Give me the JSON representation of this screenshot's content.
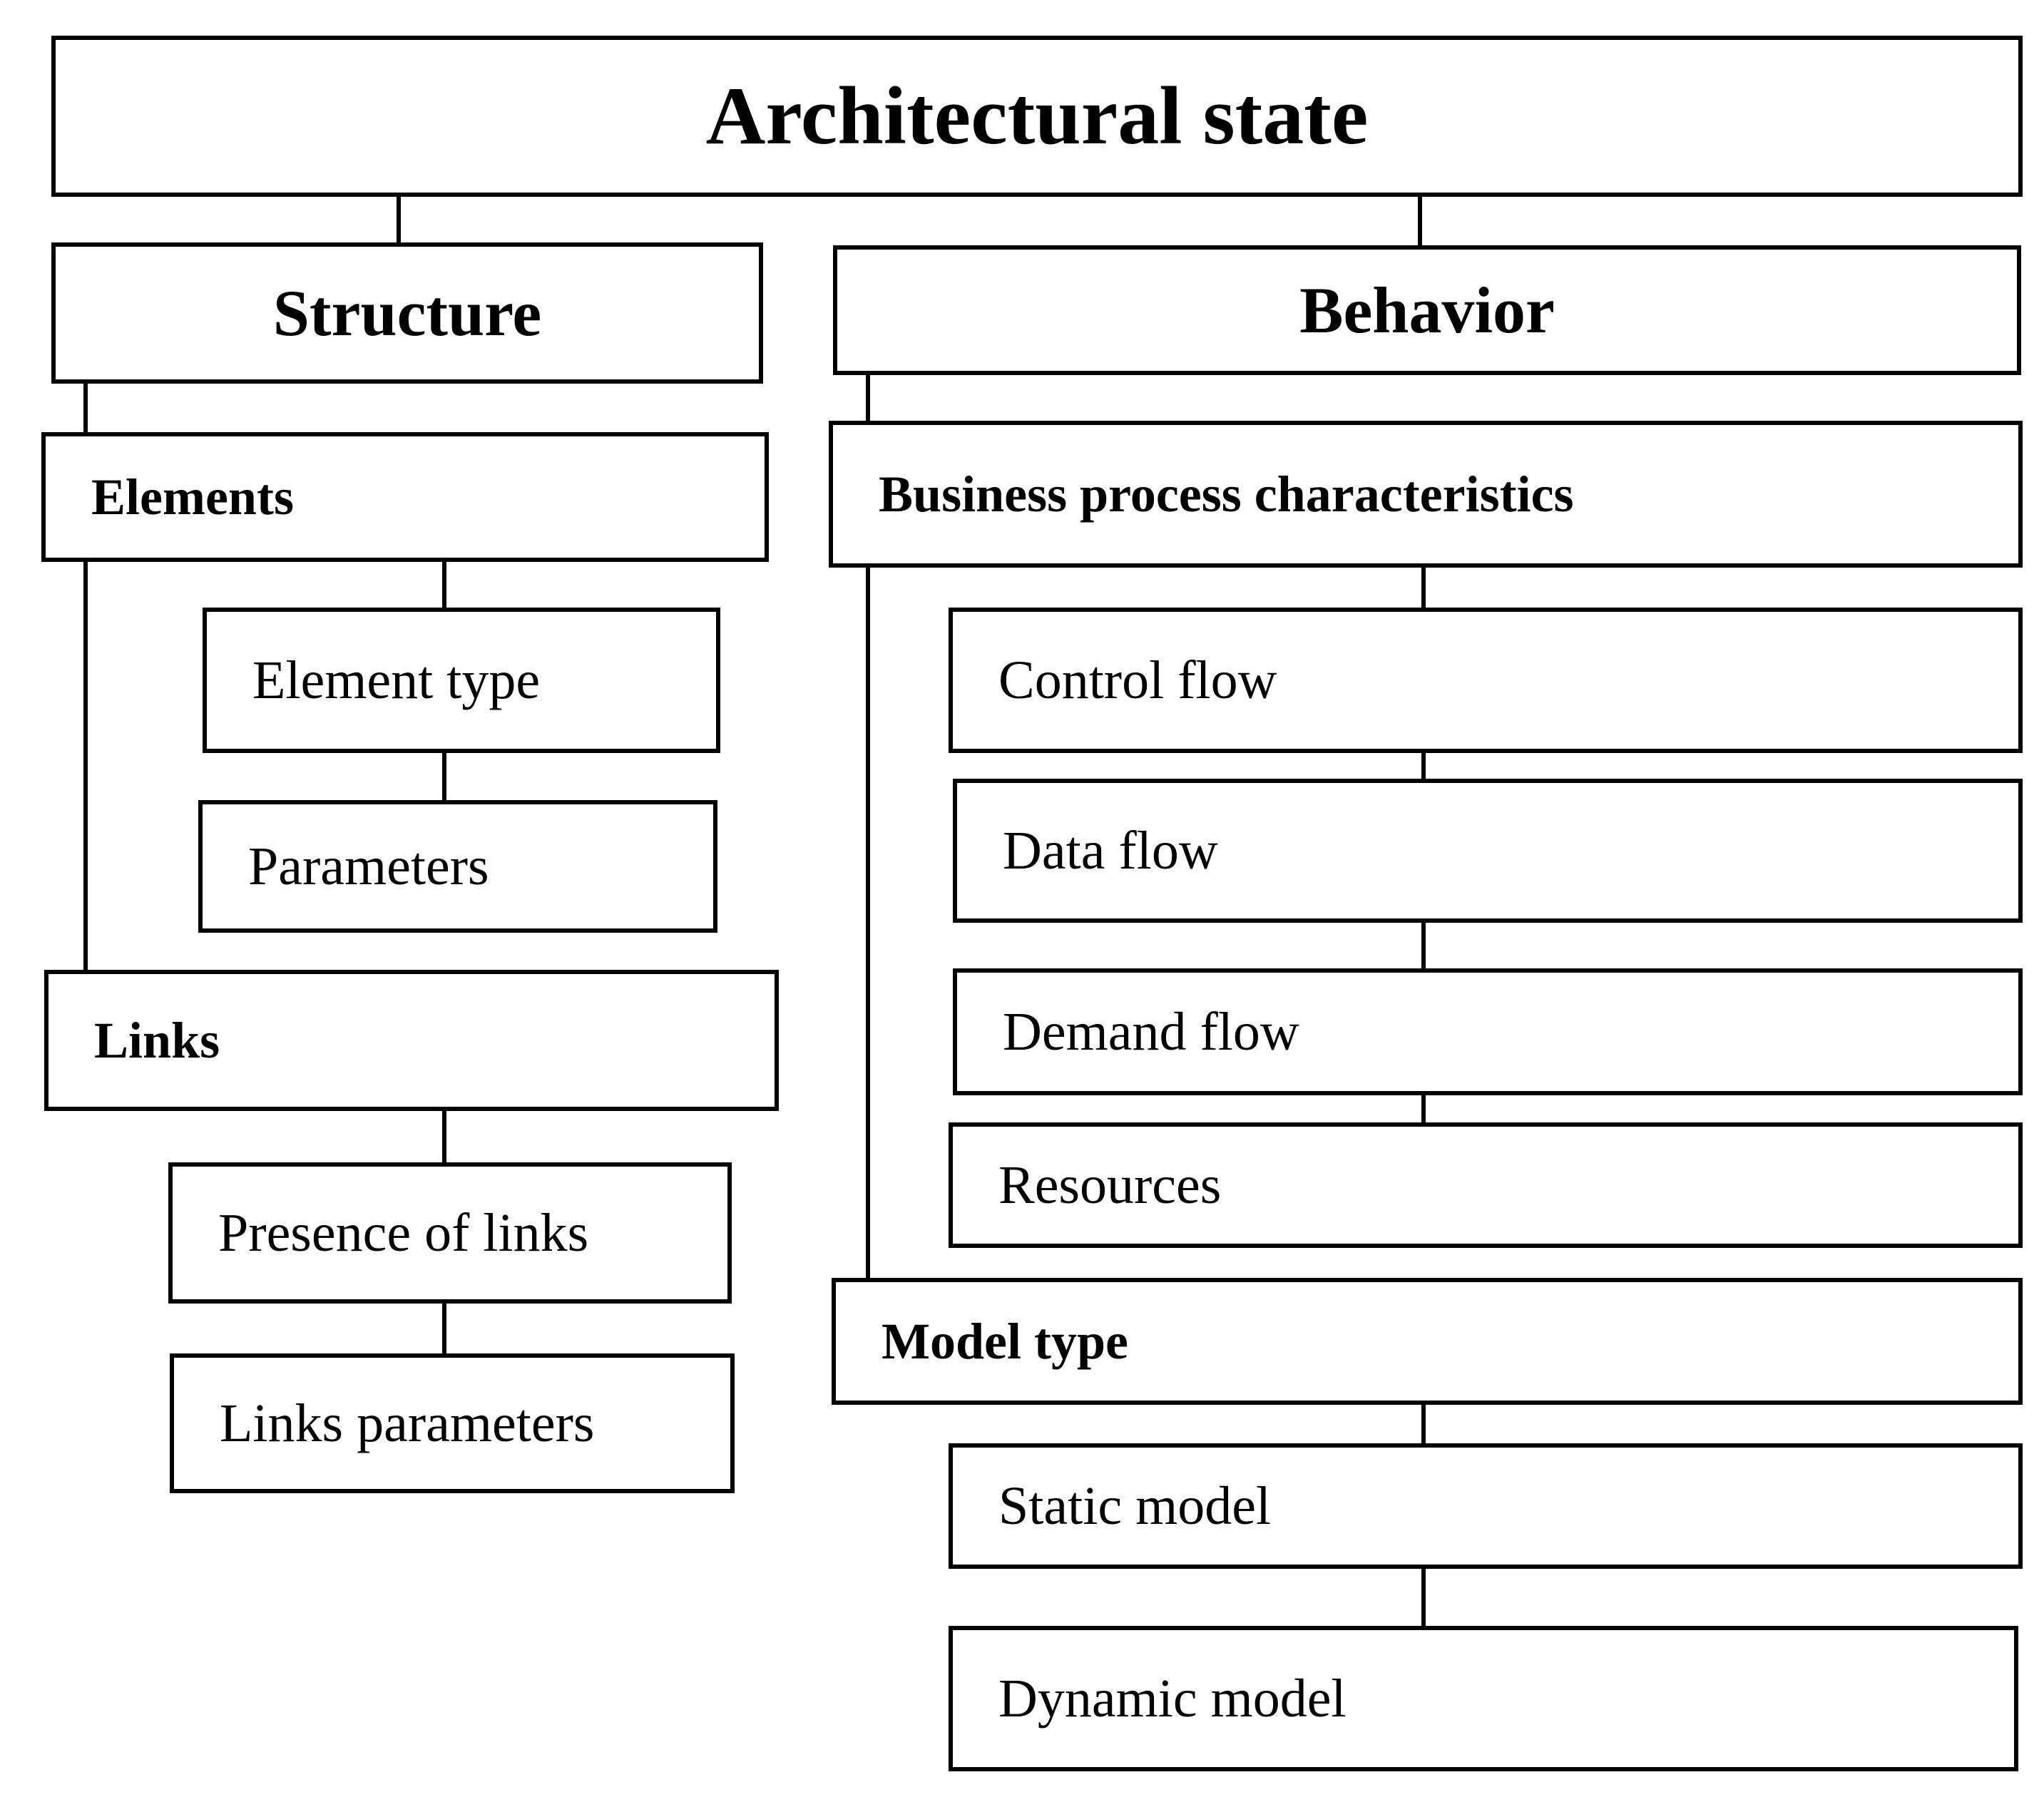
{
  "title": "Architectural state",
  "structure": {
    "label": "Structure",
    "elements": {
      "label": "Elements",
      "children": [
        "Element type",
        "Parameters"
      ]
    },
    "links": {
      "label": "Links",
      "children": [
        "Presence of links",
        "Links parameters"
      ]
    }
  },
  "behavior": {
    "label": "Behavior",
    "business_process": {
      "label": "Business process characteristics",
      "children": [
        "Control flow",
        "Data flow",
        "Demand flow",
        "Resources"
      ]
    },
    "model_type": {
      "label": "Model type",
      "children": [
        "Static model",
        "Dynamic model"
      ]
    }
  }
}
